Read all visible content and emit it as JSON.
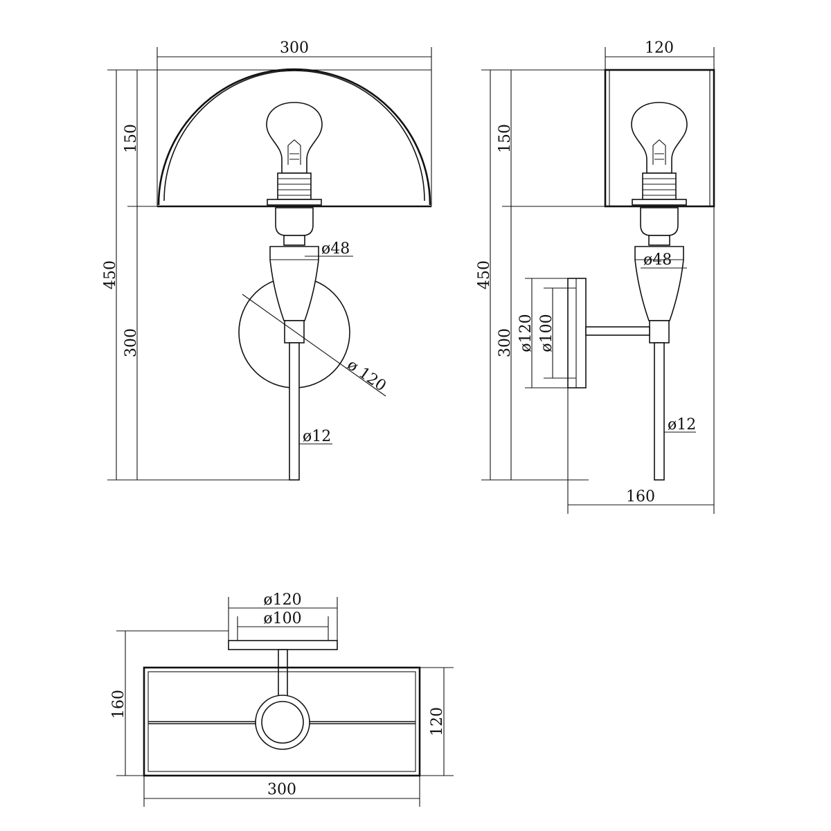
{
  "front_view": {
    "width": "300",
    "shade_height": "150",
    "total_height": "450",
    "lower_height": "300",
    "socket_diameter": "ø48",
    "base_diameter": "ø 120",
    "rod_diameter": "ø12"
  },
  "side_view": {
    "width": "120",
    "shade_height": "150",
    "total_height": "450",
    "lower_height": "300",
    "socket_diameter": "ø48",
    "base_outer_diameter": "ø120",
    "base_inner_diameter": "ø100",
    "rod_diameter": "ø12",
    "projection": "160"
  },
  "top_view": {
    "base_outer_diameter": "ø120",
    "base_inner_diameter": "ø100",
    "depth": "160",
    "shade_depth": "120",
    "width": "300"
  }
}
